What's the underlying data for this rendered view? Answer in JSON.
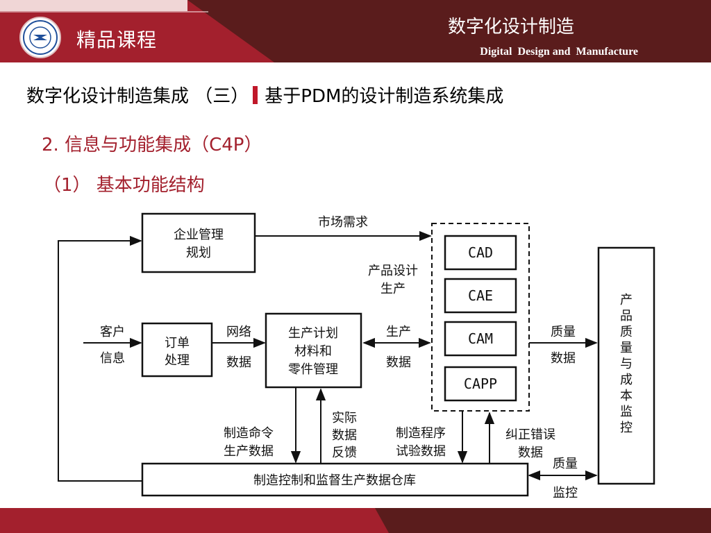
{
  "header": {
    "course_label": "精品课程",
    "title": "数字化设计制造",
    "subtitle": "Digital  Design and  Manufacture"
  },
  "headings": {
    "h1_left": "数字化设计制造集成 （三）",
    "h1_right": "基于PDM的设计制造系统集成",
    "h2": "2. 信息与功能集成（C4P）",
    "h3": "（1） 基本功能结构"
  },
  "diagram": {
    "boxes": {
      "enterprise": [
        "企业管理",
        "规划"
      ],
      "order": [
        "订单",
        "处理"
      ],
      "plan": [
        "生产计划",
        "材料和",
        "零件管理"
      ],
      "cad": "CAD",
      "cae": "CAE",
      "cam": "CAM",
      "capp": "CAPP",
      "quality": [
        "产",
        "品",
        "质",
        "量",
        "与",
        "成",
        "本",
        "监",
        "控"
      ],
      "warehouse": "制造控制和监督生产数据仓库"
    },
    "labels": {
      "market": "市场需求",
      "design": [
        "产品设计",
        "生产"
      ],
      "customer": [
        "客户",
        "信息"
      ],
      "network": [
        "网络",
        "数据"
      ],
      "prod": [
        "生产",
        "数据"
      ],
      "qdata": [
        "质量",
        "数据"
      ],
      "cmd": [
        "制造命令",
        "生产数据"
      ],
      "feedback": [
        "实际",
        "数据",
        "反馈"
      ],
      "program": [
        "制造程序",
        "试验数据"
      ],
      "correct": [
        "纠正错误",
        "数据"
      ],
      "qmon": [
        "质量",
        "监控"
      ]
    }
  },
  "colors": {
    "brand_red": "#a3202d",
    "brand_dark": "#5a1c1c",
    "accent_bar": "#c0182a"
  }
}
